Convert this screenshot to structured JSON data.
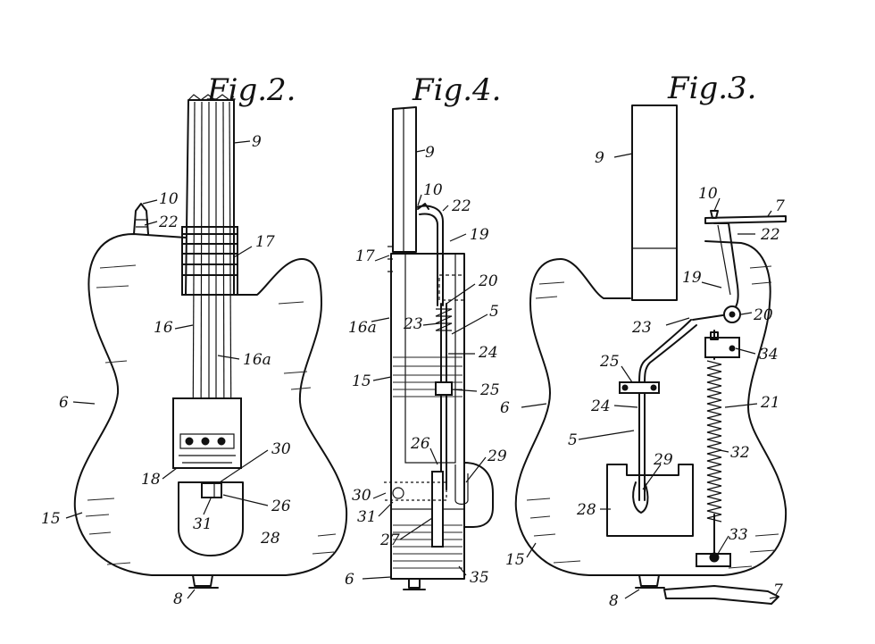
{
  "figures": [
    {
      "title": "Fig.2.",
      "labels": {
        "n9": "9",
        "n10": "10",
        "n22": "22",
        "n17": "17",
        "n16": "16",
        "n16a": "16a",
        "n6": "6",
        "n18": "18",
        "n30": "30",
        "n26": "26",
        "n31": "31",
        "n15": "15",
        "n28": "28",
        "n8": "8"
      }
    },
    {
      "title": "Fig.4.",
      "labels": {
        "n9": "9",
        "n10": "10",
        "n22": "22",
        "n19": "19",
        "n17": "17",
        "n20": "20",
        "n5": "5",
        "n16a": "16a",
        "n23": "23",
        "n24": "24",
        "n15": "15",
        "n25": "25",
        "n26": "26",
        "n29": "29",
        "n30": "30",
        "n31": "31",
        "n27": "27",
        "n6": "6",
        "n35": "35"
      }
    },
    {
      "title": "Fig.3.",
      "labels": {
        "n9": "9",
        "n10": "10",
        "n7a": "7",
        "n22": "22",
        "n19": "19",
        "n20": "20",
        "n23": "23",
        "n34": "34",
        "n25": "25",
        "n6": "6",
        "n21": "21",
        "n24": "24",
        "n5": "5",
        "n32": "32",
        "n29": "29",
        "n28": "28",
        "n15": "15",
        "n33": "33",
        "n8": "8",
        "n7b": "7"
      }
    }
  ]
}
